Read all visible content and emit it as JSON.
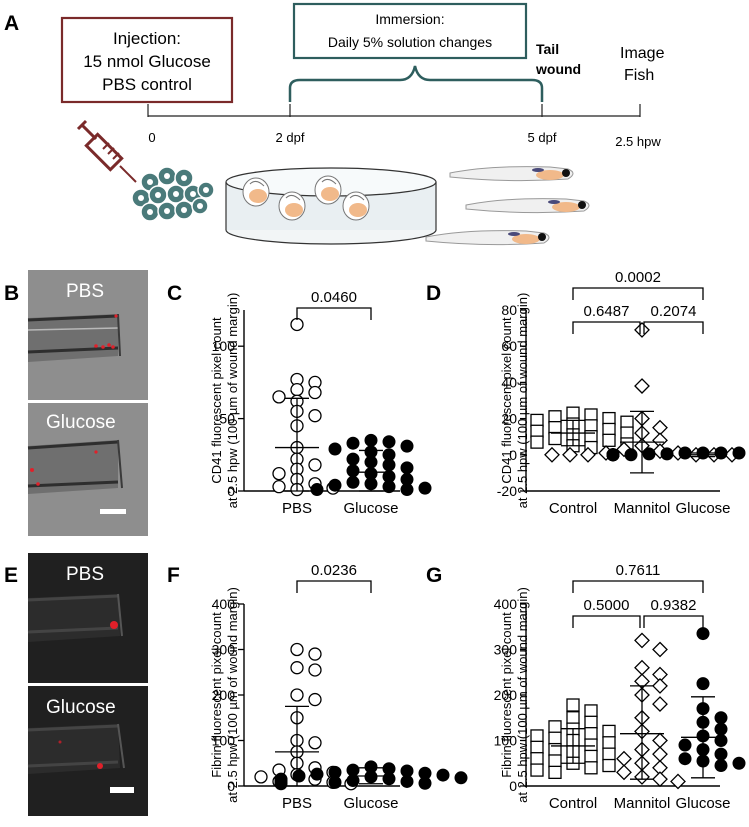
{
  "panel_letters": {
    "a": "A",
    "b": "B",
    "c": "C",
    "d": "D",
    "e": "E",
    "f": "F",
    "g": "G"
  },
  "timeline": {
    "injection_title": "Injection:",
    "injection_line1": "15 nmol Glucose",
    "injection_line2": "PBS control",
    "immersion_title": "Immersion:",
    "immersion_line1": "Daily 5% solution changes",
    "tail_wound_line1": "Tail",
    "tail_wound_line2": "wound",
    "image_fish_line1": "Image",
    "image_fish_line2": "Fish",
    "ticks": [
      "0",
      "2 dpf",
      "5 dpf",
      "2.5 hpw"
    ]
  },
  "micrographs": {
    "b_top": "PBS",
    "b_bottom": "Glucose",
    "e_top": "PBS",
    "e_bottom": "Glucose"
  },
  "colors": {
    "injection_border": "#7a2a2a",
    "immersion_border": "#2e5e5e",
    "syringe": "#7a2a2a",
    "cells": "#4a7a7a",
    "red_signal": "#e0202a"
  },
  "chart_data": [
    {
      "panel": "C",
      "type": "scatter",
      "ylabel_line1": "CD41 fluorescent pixel count",
      "ylabel_line2": "at 2.5 hpw (100 µm of wound margin)",
      "ylim": [
        0,
        125
      ],
      "yticks": [
        "0",
        "50",
        "100"
      ],
      "ytick_values": [
        0,
        50,
        100
      ],
      "categories": [
        "PBS",
        "Glucose"
      ],
      "series": [
        {
          "marker": "circle-open",
          "mean": 30,
          "sd_low": 0,
          "sd_high": 64,
          "values": [
            115,
            77,
            75,
            70,
            68,
            65,
            62,
            55,
            52,
            45,
            30,
            22,
            18,
            15,
            12,
            8,
            5,
            3,
            2,
            1
          ]
        },
        {
          "marker": "circle-filled",
          "mean": 13,
          "sd_low": 0,
          "sd_high": 28,
          "values": [
            35,
            34,
            33,
            31,
            29,
            27,
            25,
            22,
            20,
            18,
            16,
            14,
            12,
            10,
            8,
            6,
            5,
            4,
            3,
            2,
            1,
            1
          ]
        }
      ],
      "comparisons": [
        {
          "from": 0,
          "to": 1,
          "label": "0.0460"
        }
      ]
    },
    {
      "panel": "D",
      "type": "scatter",
      "ylabel_line1": "CD41 fluorescent pixel count",
      "ylabel_line2": "at 2.5 hpw (100 µm of wound margin)",
      "ylim": [
        -20,
        80
      ],
      "yticks": [
        "-20",
        "0",
        "20",
        "40",
        "60",
        "80"
      ],
      "ytick_values": [
        -20,
        0,
        20,
        40,
        60,
        80
      ],
      "categories": [
        "Control",
        "Mannitol",
        "Glucose"
      ],
      "series": [
        {
          "marker": "square-open",
          "mean": 12,
          "sd_low": 5,
          "sd_high": 19,
          "values": [
            23,
            22,
            21,
            20,
            19,
            18,
            17,
            16,
            15,
            14,
            13,
            12,
            11,
            10,
            9,
            8,
            7,
            6,
            5,
            4
          ]
        },
        {
          "marker": "diamond-open",
          "mean": 7,
          "sd_low": -10,
          "sd_high": 24,
          "values": [
            69,
            38,
            20,
            15,
            12,
            8,
            5,
            3,
            2,
            1,
            1,
            0,
            0,
            0,
            0,
            0,
            0
          ]
        },
        {
          "marker": "circle-filled",
          "mean": 0,
          "sd_low": -1,
          "sd_high": 1,
          "values": [
            1,
            1,
            1,
            1,
            0.5,
            0.5,
            0.5,
            0.5,
            0,
            0,
            0,
            0,
            0,
            0,
            0,
            0,
            0,
            0
          ]
        }
      ],
      "comparisons": [
        {
          "from": 0,
          "to": 1,
          "label": "0.6487",
          "level": 1
        },
        {
          "from": 1,
          "to": 2,
          "label": "0.2074",
          "level": 1
        },
        {
          "from": 0,
          "to": 2,
          "label": "0.0002",
          "level": 2
        }
      ]
    },
    {
      "panel": "F",
      "type": "scatter",
      "ylabel_line1": "Fibrin fluorescent pixel count",
      "ylabel_line2": "at 2.5 hpw (100 µm of wound margin)",
      "ylim": [
        0,
        400
      ],
      "yticks": [
        "0",
        "100",
        "200",
        "300",
        "400"
      ],
      "ytick_values": [
        0,
        100,
        200,
        300,
        400
      ],
      "categories": [
        "PBS",
        "Glucose"
      ],
      "series": [
        {
          "marker": "circle-open",
          "mean": 75,
          "sd_low": 0,
          "sd_high": 175,
          "values": [
            300,
            290,
            260,
            255,
            200,
            190,
            150,
            100,
            95,
            75,
            50,
            40,
            35,
            30,
            25,
            20,
            15,
            10,
            8,
            5
          ]
        },
        {
          "marker": "circle-filled",
          "mean": 22,
          "sd_low": 5,
          "sd_high": 40,
          "values": [
            42,
            38,
            35,
            33,
            30,
            28,
            26,
            24,
            22,
            20,
            18,
            16,
            15,
            14,
            12,
            10,
            9,
            8,
            6,
            5
          ]
        }
      ],
      "comparisons": [
        {
          "from": 0,
          "to": 1,
          "label": "0.0236"
        }
      ]
    },
    {
      "panel": "G",
      "type": "scatter",
      "ylabel_line1": "Fibrin fluorescent pixel count",
      "ylabel_line2": "at 2.5 hpw (100 µm of wound margin)",
      "ylim": [
        0,
        400
      ],
      "yticks": [
        "0",
        "100",
        "200",
        "300",
        "400"
      ],
      "ytick_values": [
        0,
        100,
        200,
        300,
        400
      ],
      "categories": [
        "Control",
        "Mannitol",
        "Glucose"
      ],
      "series": [
        {
          "marker": "square-open",
          "mean": 88,
          "sd_low": 50,
          "sd_high": 126,
          "values": [
            178,
            165,
            150,
            140,
            130,
            125,
            120,
            115,
            110,
            105,
            100,
            95,
            90,
            85,
            80,
            75,
            70,
            65,
            60,
            55,
            50,
            45,
            40,
            35,
            30
          ]
        },
        {
          "marker": "diamond-open",
          "mean": 115,
          "sd_low": 15,
          "sd_high": 220,
          "values": [
            320,
            300,
            260,
            245,
            230,
            220,
            200,
            180,
            150,
            120,
            100,
            80,
            70,
            60,
            50,
            40,
            30,
            20,
            15,
            10
          ]
        },
        {
          "marker": "circle-filled",
          "mean": 107,
          "sd_low": 18,
          "sd_high": 196,
          "values": [
            335,
            225,
            170,
            150,
            140,
            125,
            110,
            100,
            90,
            80,
            70,
            60,
            55,
            50,
            45
          ]
        }
      ],
      "comparisons": [
        {
          "from": 0,
          "to": 1,
          "label": "0.5000",
          "level": 1
        },
        {
          "from": 1,
          "to": 2,
          "label": "0.9382",
          "level": 1
        },
        {
          "from": 0,
          "to": 2,
          "label": "0.7611",
          "level": 2
        }
      ]
    }
  ]
}
